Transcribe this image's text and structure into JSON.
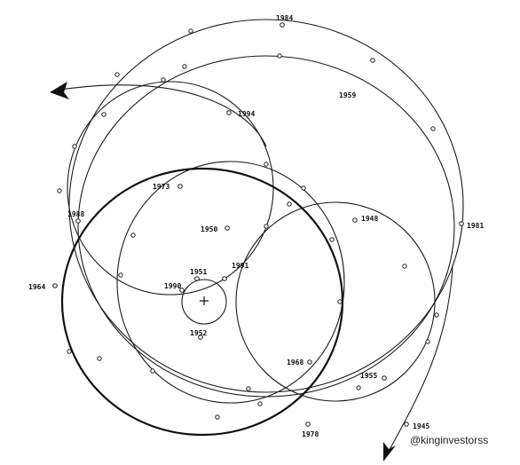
{
  "diagram": {
    "years": [
      "1984",
      "1959",
      "1994",
      "1981",
      "1973",
      "1948",
      "1988",
      "1950",
      "1964",
      "1951",
      "1991",
      "1990",
      "1952",
      "1968",
      "1955",
      "1945",
      "1978"
    ],
    "watermark": "@kinginvestorss",
    "colors": {
      "ink": "#1a1a1a",
      "background": "#ffffff"
    },
    "icons": {
      "center": "plus-icon",
      "arrow_start": "arrowhead-icon",
      "arrow_end": "arrowhead-icon"
    }
  }
}
